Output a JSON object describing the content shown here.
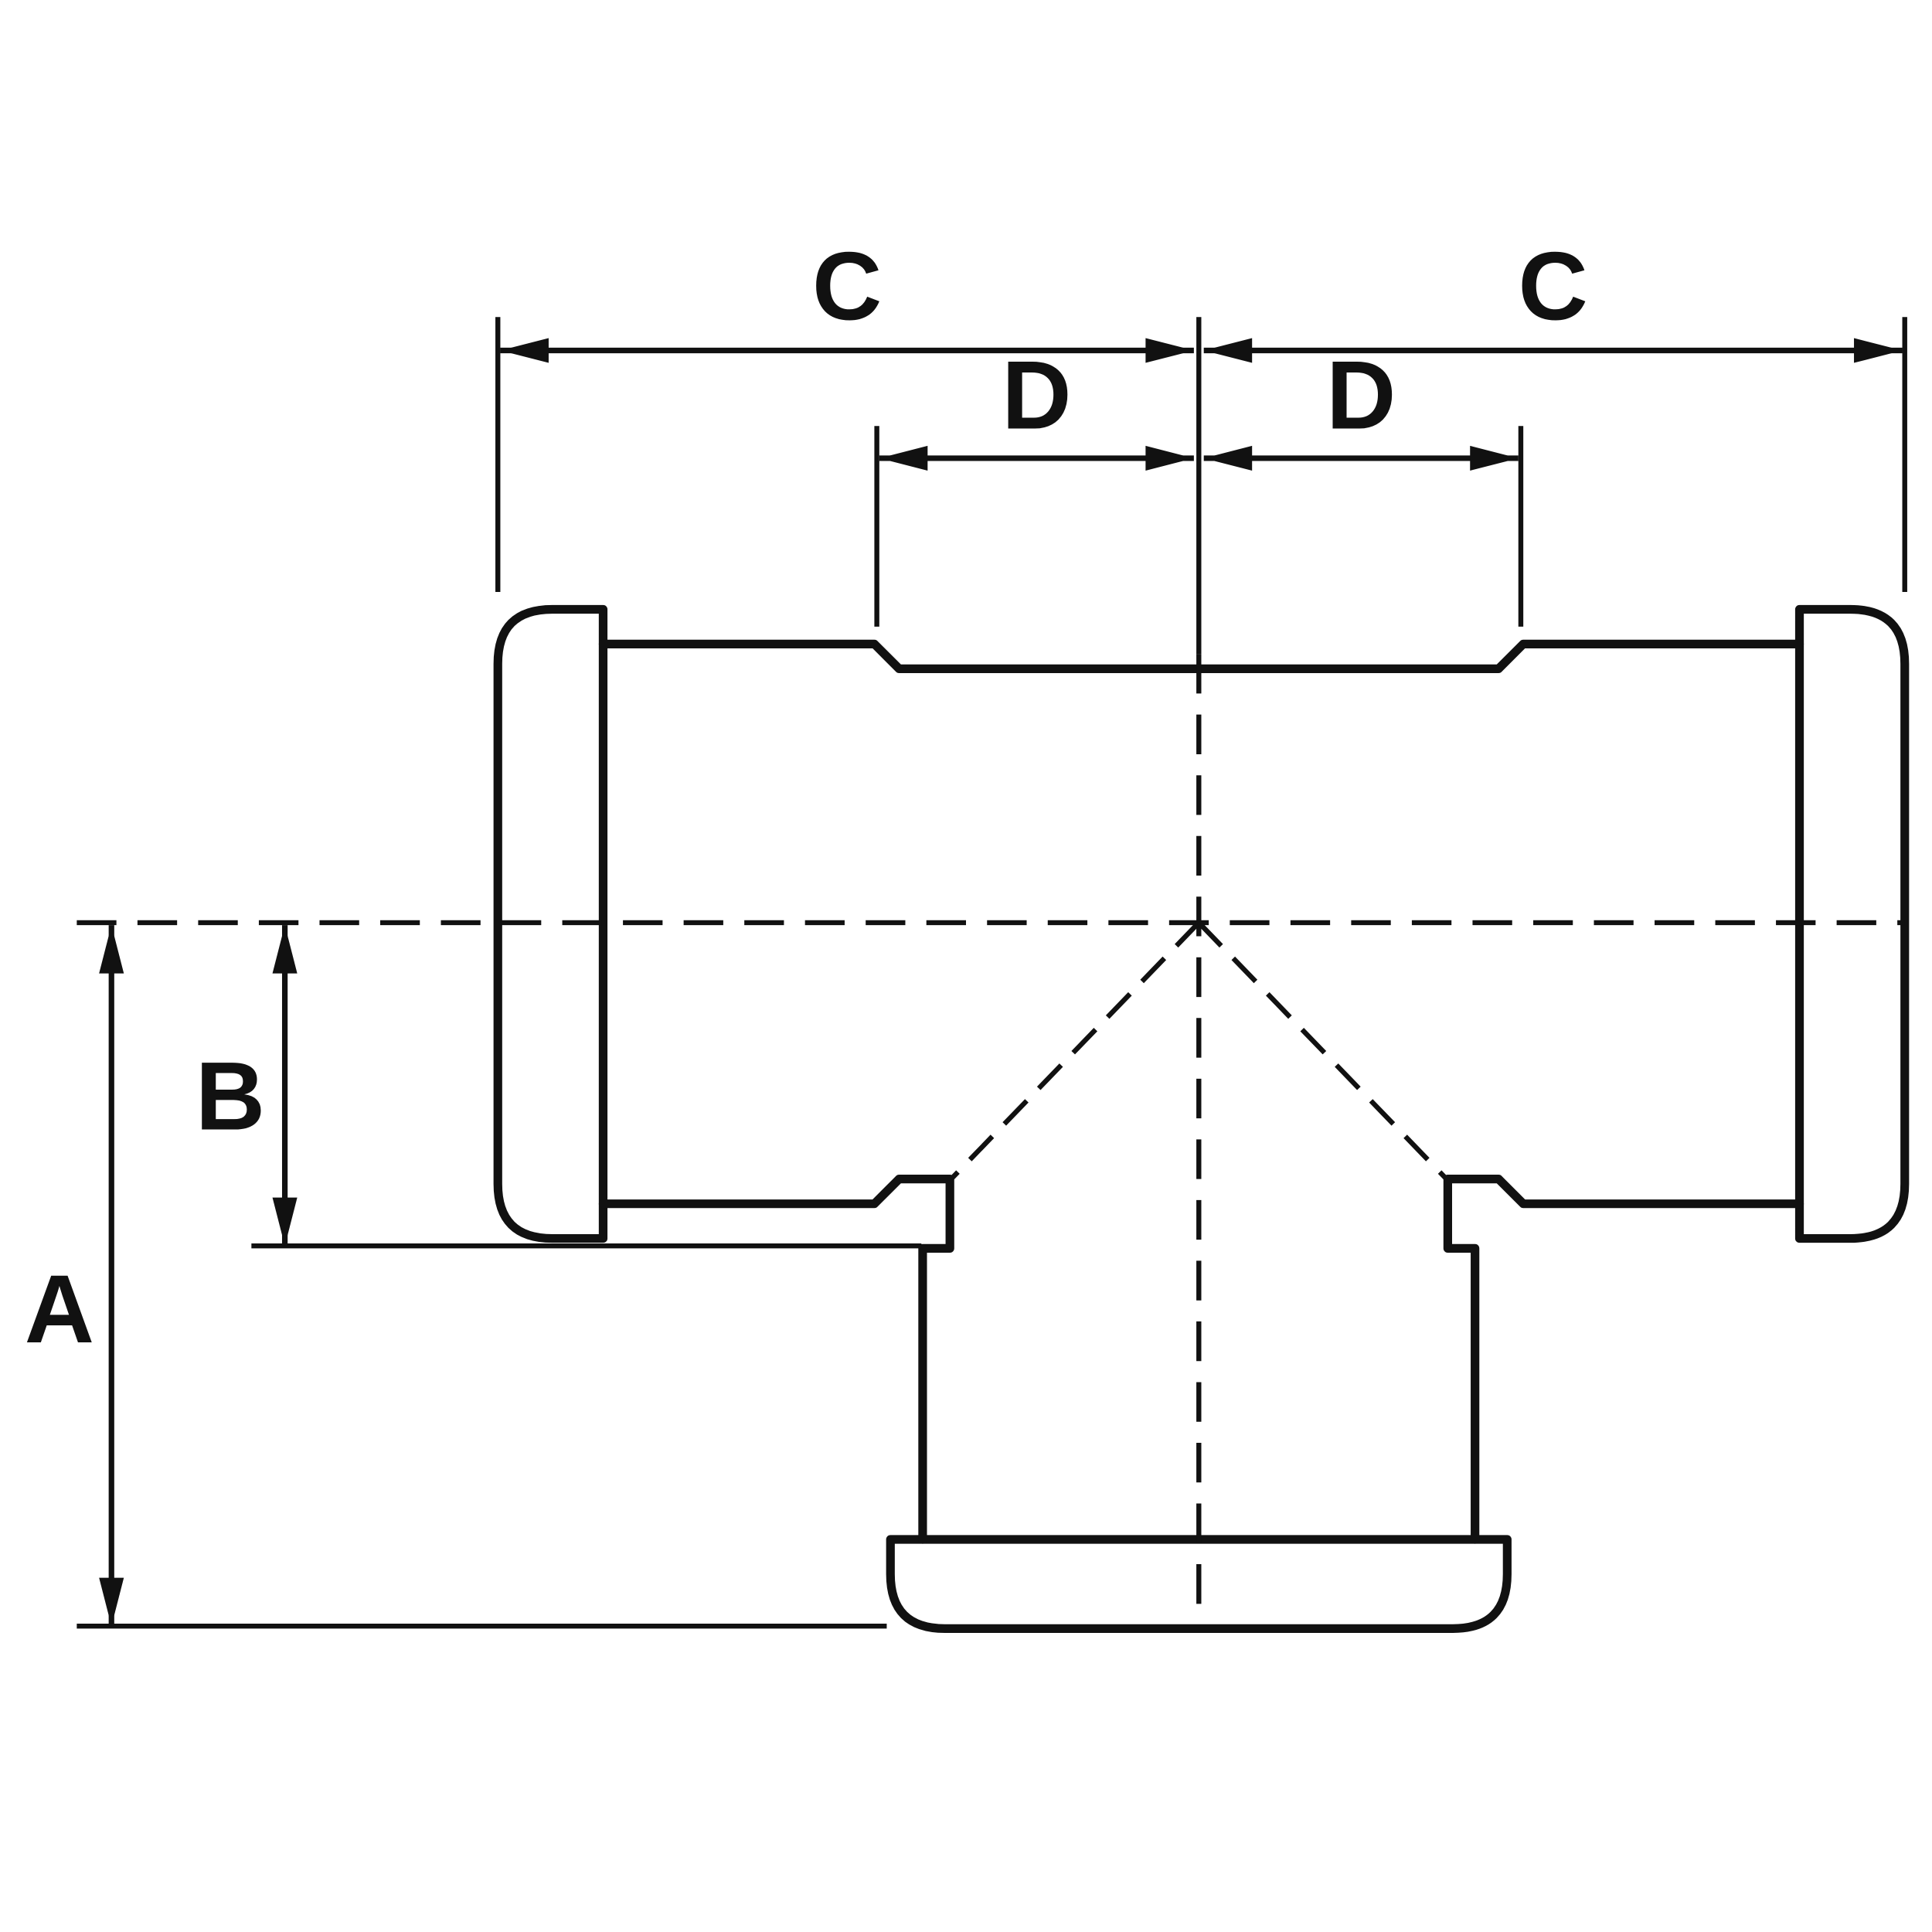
{
  "diagram": {
    "background_color": "#ffffff",
    "line_color": "#111111",
    "labels": {
      "a": "A",
      "b": "B",
      "c_left": "C",
      "c_right": "C",
      "d_left": "D",
      "d_right": "D"
    }
  }
}
